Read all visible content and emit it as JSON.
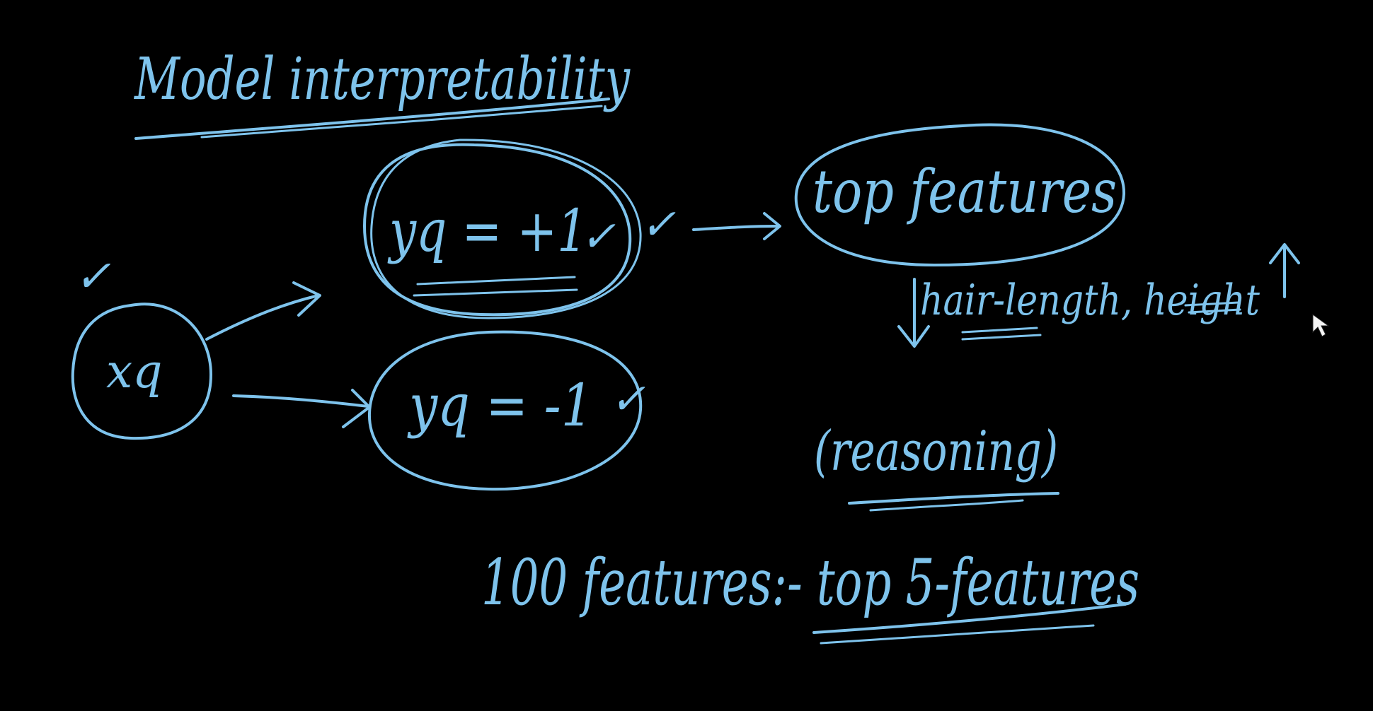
{
  "title": "Model interpretability",
  "nodes": {
    "xq": "xq",
    "yq_pos": "yq = +1",
    "yq_neg": "yq = -1",
    "top_features": "top features"
  },
  "annotations": {
    "feature_examples": "hair-length, height",
    "reasoning": "(reasoning)",
    "feature_reduction": "100 features:-  top 5-features",
    "checkmark": "✓"
  },
  "colors": {
    "background": "#000000",
    "ink": "#7ec3ec"
  }
}
